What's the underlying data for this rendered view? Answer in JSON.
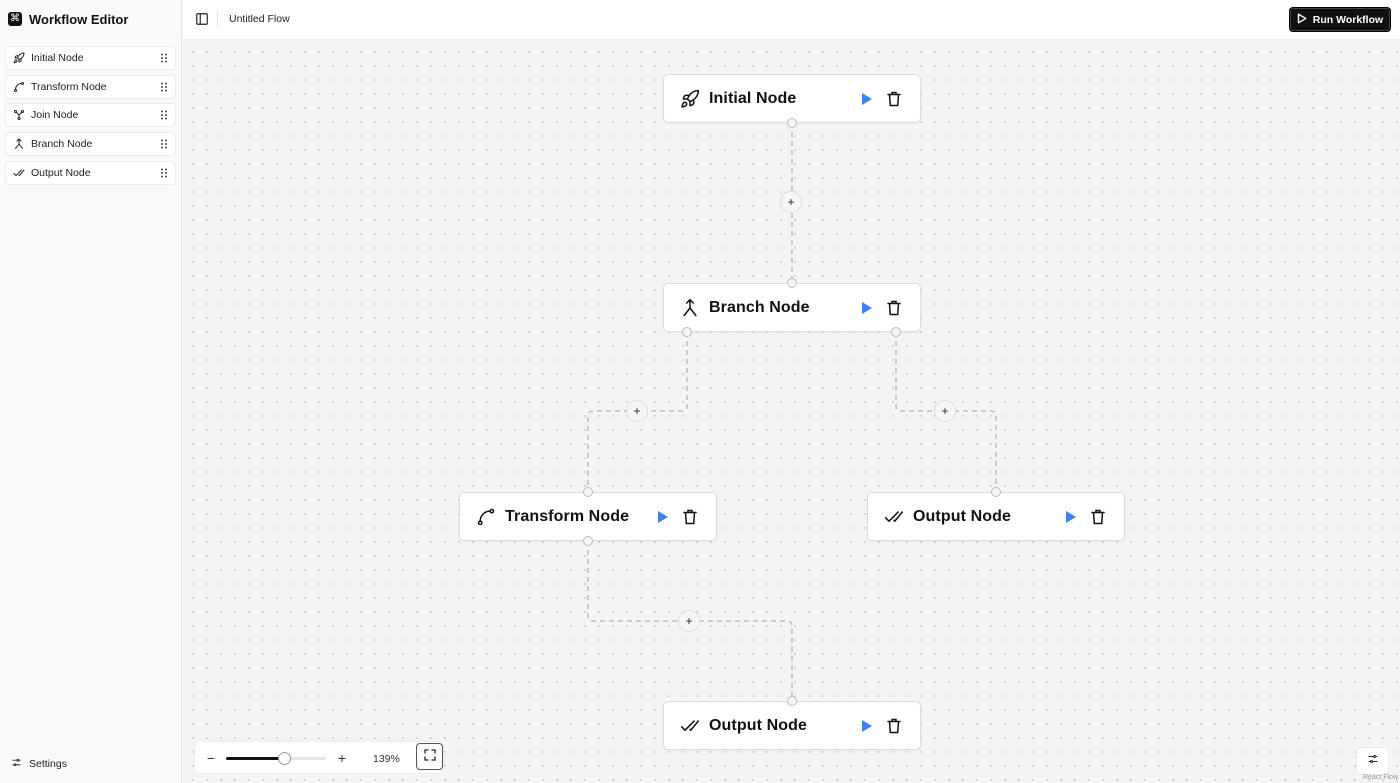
{
  "app": {
    "title": "Workflow Editor",
    "logo_icon": "command-icon"
  },
  "sidebar": {
    "items": [
      {
        "label": "Initial Node",
        "icon": "rocket-icon"
      },
      {
        "label": "Transform Node",
        "icon": "spline-icon"
      },
      {
        "label": "Join Node",
        "icon": "merge-icon"
      },
      {
        "label": "Branch Node",
        "icon": "split-icon"
      },
      {
        "label": "Output Node",
        "icon": "check-check-icon"
      }
    ],
    "settings_label": "Settings"
  },
  "topbar": {
    "flow_title": "Untitled Flow",
    "run_label": "Run Workflow"
  },
  "canvas": {
    "nodes": [
      {
        "title": "Initial Node",
        "icon": "rocket-icon"
      },
      {
        "title": "Branch Node",
        "icon": "split-icon"
      },
      {
        "title": "Transform Node",
        "icon": "spline-icon"
      },
      {
        "title": "Output Node",
        "icon": "check-check-icon"
      },
      {
        "title": "Output Node",
        "icon": "check-check-icon"
      }
    ],
    "add_label": "+",
    "attribution": "React Flow"
  },
  "zoom": {
    "level_label": "139%",
    "slider_fraction": 0.58,
    "minus": "−",
    "plus": "+"
  },
  "colors": {
    "accent": "#3b82f6",
    "run_bg": "#111111",
    "canvas_bg": "#f3f4f6"
  }
}
